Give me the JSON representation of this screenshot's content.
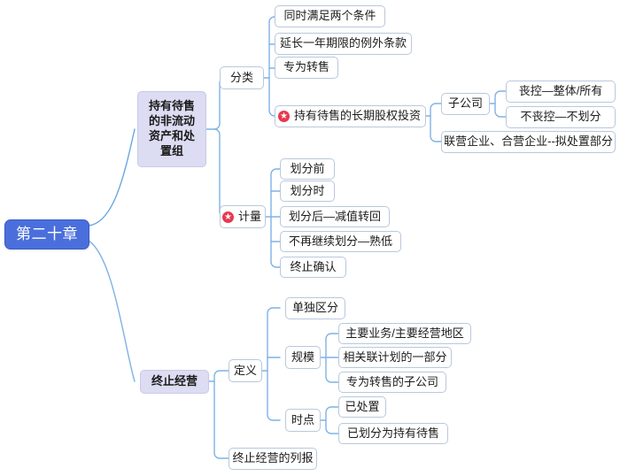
{
  "diagram": {
    "type": "mindmap",
    "title": "第二十章",
    "colors": {
      "root_fill": "#4a6fdc",
      "root_text": "#ffffff",
      "branch_fill": "#dcdcf2",
      "branch_text": "#1a1a1a",
      "leaf_fill": "#ffffff",
      "leaf_border": "#b9c8dd",
      "link_color": "#7fb2e5",
      "star_color": "#e8384f"
    }
  },
  "root": {
    "label": "第二十章"
  },
  "branches": {
    "b1": {
      "label": "持有待售的非流动资产和处置组",
      "children": {
        "c1": {
          "label": "分类",
          "children": [
            {
              "label": "同时满足两个条件"
            },
            {
              "label": "延长一年期限的例外条款"
            },
            {
              "label": "专为转售"
            },
            {
              "label": "持有待售的长期股权投资",
              "icon": "red-star-icon",
              "children": {
                "d1": {
                  "label": "子公司",
                  "children": [
                    {
                      "label": "丧控—整体/所有"
                    },
                    {
                      "label": "不丧控—不划分"
                    }
                  ]
                },
                "d2": {
                  "label": "联营企业、合营企业--拟处置部分"
                }
              }
            }
          ]
        },
        "c2": {
          "label": "计量",
          "icon": "red-star-icon",
          "children": [
            {
              "label": "划分前"
            },
            {
              "label": "划分时"
            },
            {
              "label": "划分后—减值转回"
            },
            {
              "label": "不再继续划分—熟低"
            },
            {
              "label": "终止确认"
            }
          ]
        }
      }
    },
    "b2": {
      "label": "终止经营",
      "children": {
        "c1": {
          "label": "定义",
          "children": {
            "d0": {
              "label": "单独区分"
            },
            "d1": {
              "label": "规模",
              "children": [
                {
                  "label": "主要业务/主要经营地区"
                },
                {
                  "label": "相关联计划的一部分"
                },
                {
                  "label": "专为转售的子公司"
                }
              ]
            },
            "d2": {
              "label": "时点",
              "children": [
                {
                  "label": "已处置"
                },
                {
                  "label": "已划分为持有待售"
                }
              ]
            }
          }
        },
        "c2": {
          "label": "终止经营的列报"
        }
      }
    }
  }
}
